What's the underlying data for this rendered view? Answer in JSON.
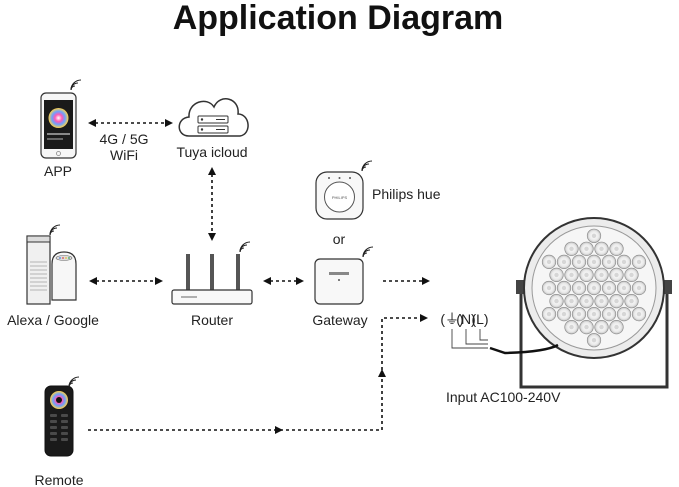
{
  "title": "Application Diagram",
  "nodes": {
    "app": "APP",
    "cloud": "Tuya icloud",
    "philips": "Philips hue",
    "or_text": "or",
    "alexa": "Alexa / Google",
    "router": "Router",
    "gateway": "Gateway",
    "remote": "Remote",
    "input": "Input AC100-240V"
  },
  "link_labels": {
    "network_1": "4G / 5G",
    "network_2": "WiFi"
  },
  "terminals": [
    "(⏚)",
    "(N)",
    "(L)"
  ],
  "colors": {
    "line": "#111111",
    "device": "#2a2a2a",
    "lamp_body": "#f4f4f4"
  }
}
